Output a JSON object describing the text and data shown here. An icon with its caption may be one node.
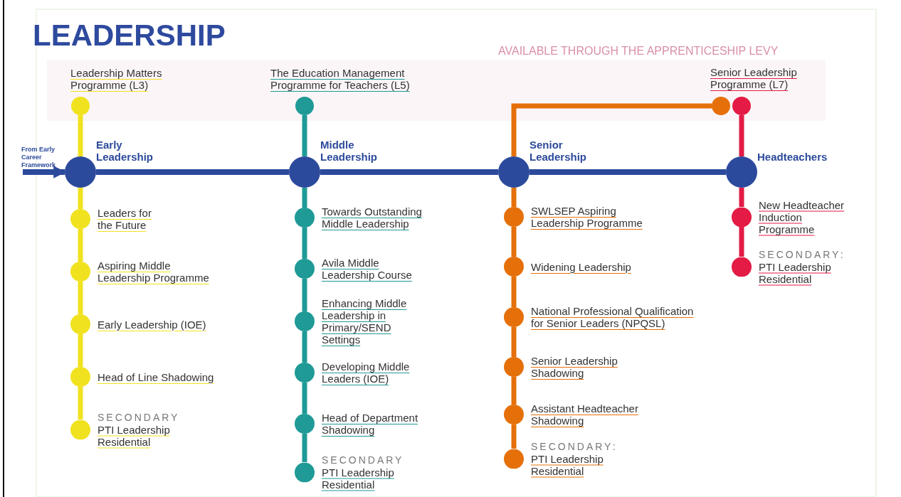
{
  "diagram": {
    "title": "LEADERSHIP",
    "nodes": [
      {
        "text": [
          "From Early Career Framework"
        ]
      },
      {
        "text": [
          "Early Leadership"
        ]
      },
      {
        "text": [
          "Middle Leadership"
        ]
      },
      {
        "text": [
          "Senior Leadership"
        ]
      },
      {
        "text": [
          "Headteachers"
        ]
      },
      {
        "text": [
          "Leadership Matters Programme (L3)"
        ]
      },
      {
        "text": [
          "The Education Management Programme for Teachers (L5)"
        ]
      },
      {
        "text": [],
        "shape": "circle"
      },
      {
        "text": [
          "Senior Leadership Programme (L7)"
        ]
      },
      {
        "text": [
          "Leaders for the Future"
        ]
      },
      {
        "text": [
          "Aspiring Middle Leadership Programme"
        ]
      },
      {
        "text": [
          "Early Leadership (IOE)"
        ]
      },
      {
        "text": [
          "Head of Line Shadowing"
        ]
      },
      {
        "text": [
          "SECONDARY",
          "PTI Leadership Residential"
        ]
      },
      {
        "text": [
          "Towards Outstanding Middle Leadership"
        ]
      },
      {
        "text": [
          "Avila Middle Leadership Course"
        ]
      },
      {
        "text": [
          "Enhancing Middle Leadership in Primary/SEND Settings"
        ]
      },
      {
        "text": [
          "Developing Middle Leaders (IOE)"
        ]
      },
      {
        "text": [
          "Head of Department Shadowing"
        ]
      },
      {
        "text": [
          "SECONDARY",
          "PTI Leadership Residential"
        ]
      },
      {
        "text": [
          "SWLSEP Aspiring Leadership Programme"
        ]
      },
      {
        "text": [
          "Widening Leadership"
        ]
      },
      {
        "text": [
          "National Professional Qualification for Senior Leaders (NPQSL)"
        ]
      },
      {
        "text": [
          "Senior Leadership Shadowing"
        ]
      },
      {
        "text": [
          "Assistant Headteacher Shadowing"
        ]
      },
      {
        "text": [
          "SECONDARY:",
          "PTI Leadership Residential"
        ]
      },
      {
        "text": [
          "New Headteacher Induction Programme"
        ]
      },
      {
        "text": [
          "SECONDARY:",
          "PTI Leadership Residential"
        ]
      }
    ],
    "edges": [
      {
        "from": 0,
        "to": 1,
        "arrow": "to",
        "color": "#2c4a9c"
      },
      {
        "from": 1,
        "to": 2,
        "arrow": "none",
        "color": "#2c4a9c"
      },
      {
        "from": 2,
        "to": 3,
        "arrow": "none",
        "color": "#2c4a9c"
      },
      {
        "from": 3,
        "to": 4,
        "arrow": "none",
        "color": "#2c4a9c"
      },
      {
        "from": 1,
        "to": 5,
        "arrow": "none",
        "color": "#f0e21f"
      },
      {
        "from": 1,
        "to": 9,
        "arrow": "none",
        "color": "#f0e21f"
      },
      {
        "from": 9,
        "to": 10,
        "arrow": "none",
        "color": "#f0e21f"
      },
      {
        "from": 10,
        "to": 11,
        "arrow": "none",
        "color": "#f0e21f"
      },
      {
        "from": 11,
        "to": 12,
        "arrow": "none",
        "color": "#f0e21f"
      },
      {
        "from": 12,
        "to": 13,
        "arrow": "none",
        "color": "#f0e21f"
      },
      {
        "from": 2,
        "to": 6,
        "arrow": "none",
        "color": "#1f9a96"
      },
      {
        "from": 2,
        "to": 14,
        "arrow": "none",
        "color": "#1f9a96"
      },
      {
        "from": 14,
        "to": 15,
        "arrow": "none",
        "color": "#1f9a96"
      },
      {
        "from": 15,
        "to": 16,
        "arrow": "none",
        "color": "#1f9a96"
      },
      {
        "from": 16,
        "to": 17,
        "arrow": "none",
        "color": "#1f9a96"
      },
      {
        "from": 17,
        "to": 18,
        "arrow": "none",
        "color": "#1f9a96"
      },
      {
        "from": 18,
        "to": 19,
        "arrow": "none",
        "color": "#1f9a96"
      },
      {
        "from": 3,
        "to": 7,
        "arrow": "none",
        "color": "#e5700a"
      },
      {
        "from": 3,
        "to": 20,
        "arrow": "none",
        "color": "#e5700a"
      },
      {
        "from": 20,
        "to": 21,
        "arrow": "none",
        "color": "#e5700a"
      },
      {
        "from": 21,
        "to": 22,
        "arrow": "none",
        "color": "#e5700a"
      },
      {
        "from": 22,
        "to": 23,
        "arrow": "none",
        "color": "#e5700a"
      },
      {
        "from": 23,
        "to": 24,
        "arrow": "none",
        "color": "#e5700a"
      },
      {
        "from": 24,
        "to": 25,
        "arrow": "none",
        "color": "#e5700a"
      },
      {
        "from": 4,
        "to": 8,
        "arrow": "none",
        "color": "#e31b45"
      },
      {
        "from": 4,
        "to": 26,
        "arrow": "none",
        "color": "#e31b45"
      },
      {
        "from": 26,
        "to": 27,
        "arrow": "none",
        "color": "#e31b45"
      }
    ],
    "labels": [
      "AVAILABLE THROUGH THE APPRENTICESHIP LEVY"
    ]
  }
}
